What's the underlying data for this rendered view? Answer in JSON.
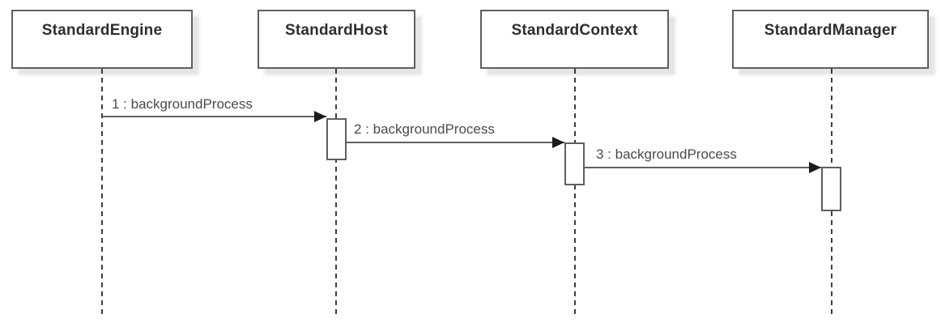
{
  "diagram": {
    "type": "uml-sequence-diagram",
    "actors": [
      {
        "name": "StandardEngine"
      },
      {
        "name": "StandardHost"
      },
      {
        "name": "StandardContext"
      },
      {
        "name": "StandardManager"
      }
    ],
    "messages": [
      {
        "label": "1 : backgroundProcess",
        "from": "StandardEngine",
        "to": "StandardHost"
      },
      {
        "label": "2 : backgroundProcess",
        "from": "StandardHost",
        "to": "StandardContext"
      },
      {
        "label": "3 : backgroundProcess",
        "from": "StandardContext",
        "to": "StandardManager"
      }
    ],
    "colors": {
      "background": "#ffffff",
      "box_fill": "#ffffff",
      "box_border": "#5f5f5f",
      "title_text": "#2e2e2e",
      "message_line": "#626262",
      "message_text": "#4a4a4a",
      "arrowhead": "#1c1c1c",
      "lifeline": "#3f3f3f"
    }
  }
}
